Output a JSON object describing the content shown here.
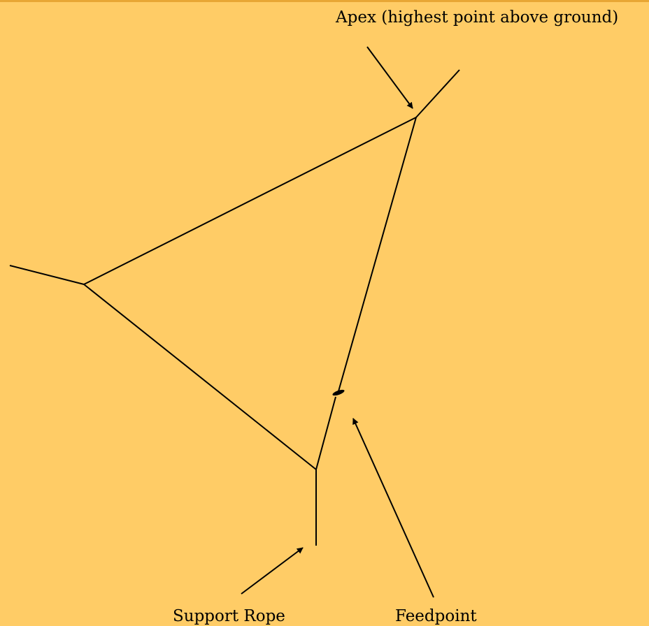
{
  "colors": {
    "background": "#FFCC66",
    "top_border": "#E8A634",
    "ink": "#000000"
  },
  "labels": {
    "apex": "Apex (highest point above ground)",
    "support_rope": "Support Rope",
    "feedpoint": "Feedpoint"
  }
}
